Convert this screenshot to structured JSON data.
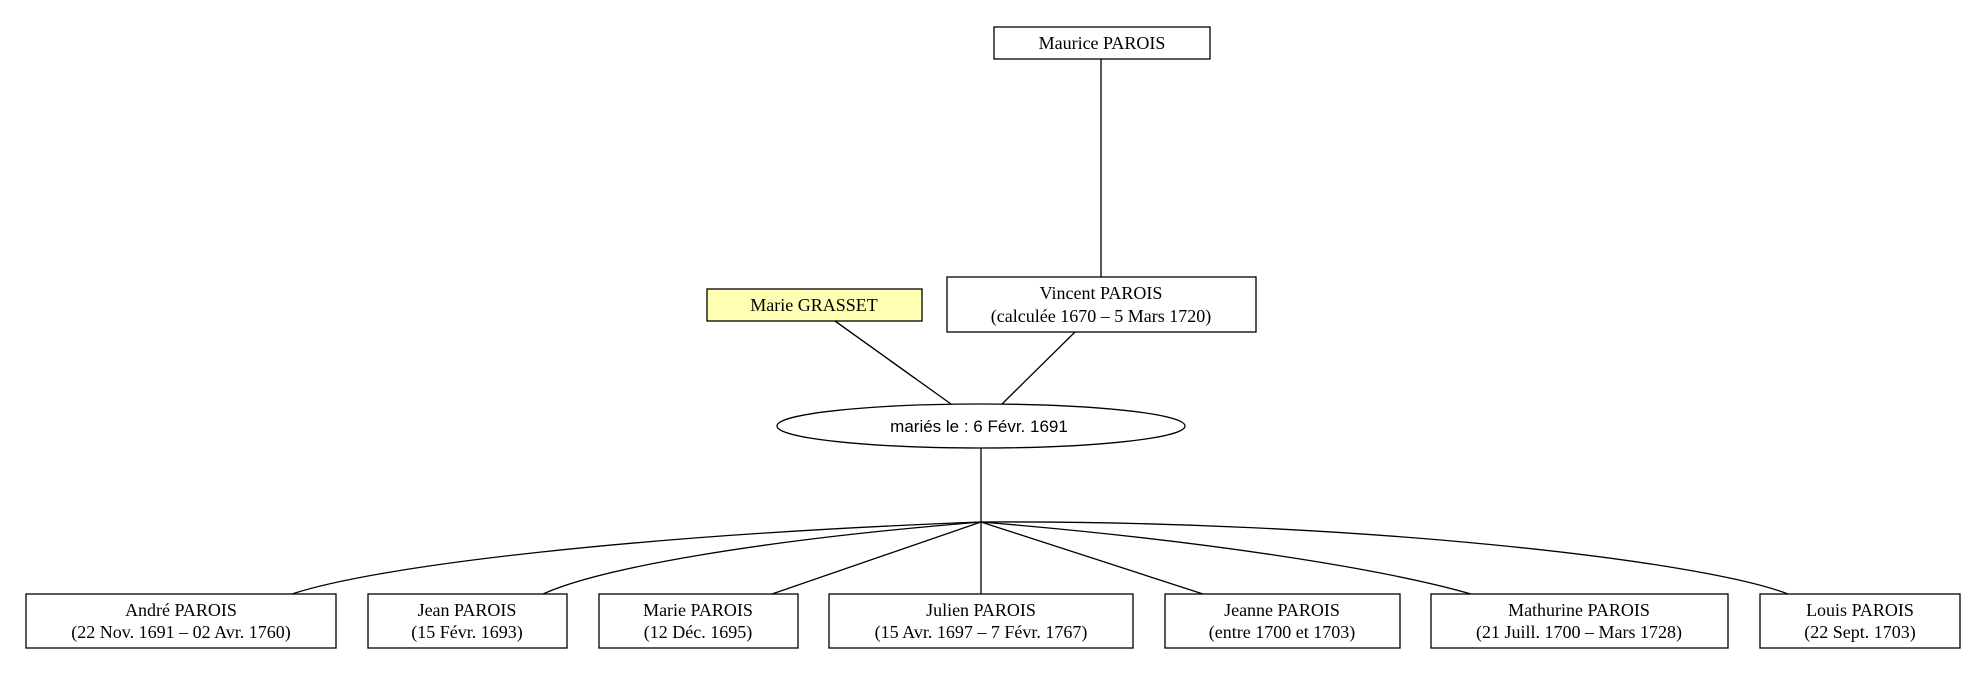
{
  "colors": {
    "background": "#ffffff",
    "line": "#000000",
    "box_fill": "#ffffff",
    "highlight_fill": "#ffffb3"
  },
  "people": {
    "maurice": {
      "name": "Maurice PAROIS"
    },
    "marie_grasset": {
      "name": "Marie GRASSET"
    },
    "vincent": {
      "name": "Vincent PAROIS",
      "dates": "(calculée 1670 – 5 Mars 1720)"
    }
  },
  "union": {
    "label": "mariés le : 6 Févr. 1691"
  },
  "children": [
    {
      "name": "André PAROIS",
      "dates": "(22 Nov. 1691 – 02 Avr. 1760)"
    },
    {
      "name": "Jean PAROIS",
      "dates": "(15 Févr. 1693)"
    },
    {
      "name": "Marie PAROIS",
      "dates": "(12 Déc. 1695)"
    },
    {
      "name": "Julien PAROIS",
      "dates": "(15 Avr. 1697 – 7 Févr. 1767)"
    },
    {
      "name": "Jeanne PAROIS",
      "dates": "(entre 1700 et 1703)"
    },
    {
      "name": "Mathurine PAROIS",
      "dates": "(21 Juill. 1700 – Mars 1728)"
    },
    {
      "name": "Louis PAROIS",
      "dates": "(22 Sept. 1703)"
    }
  ]
}
